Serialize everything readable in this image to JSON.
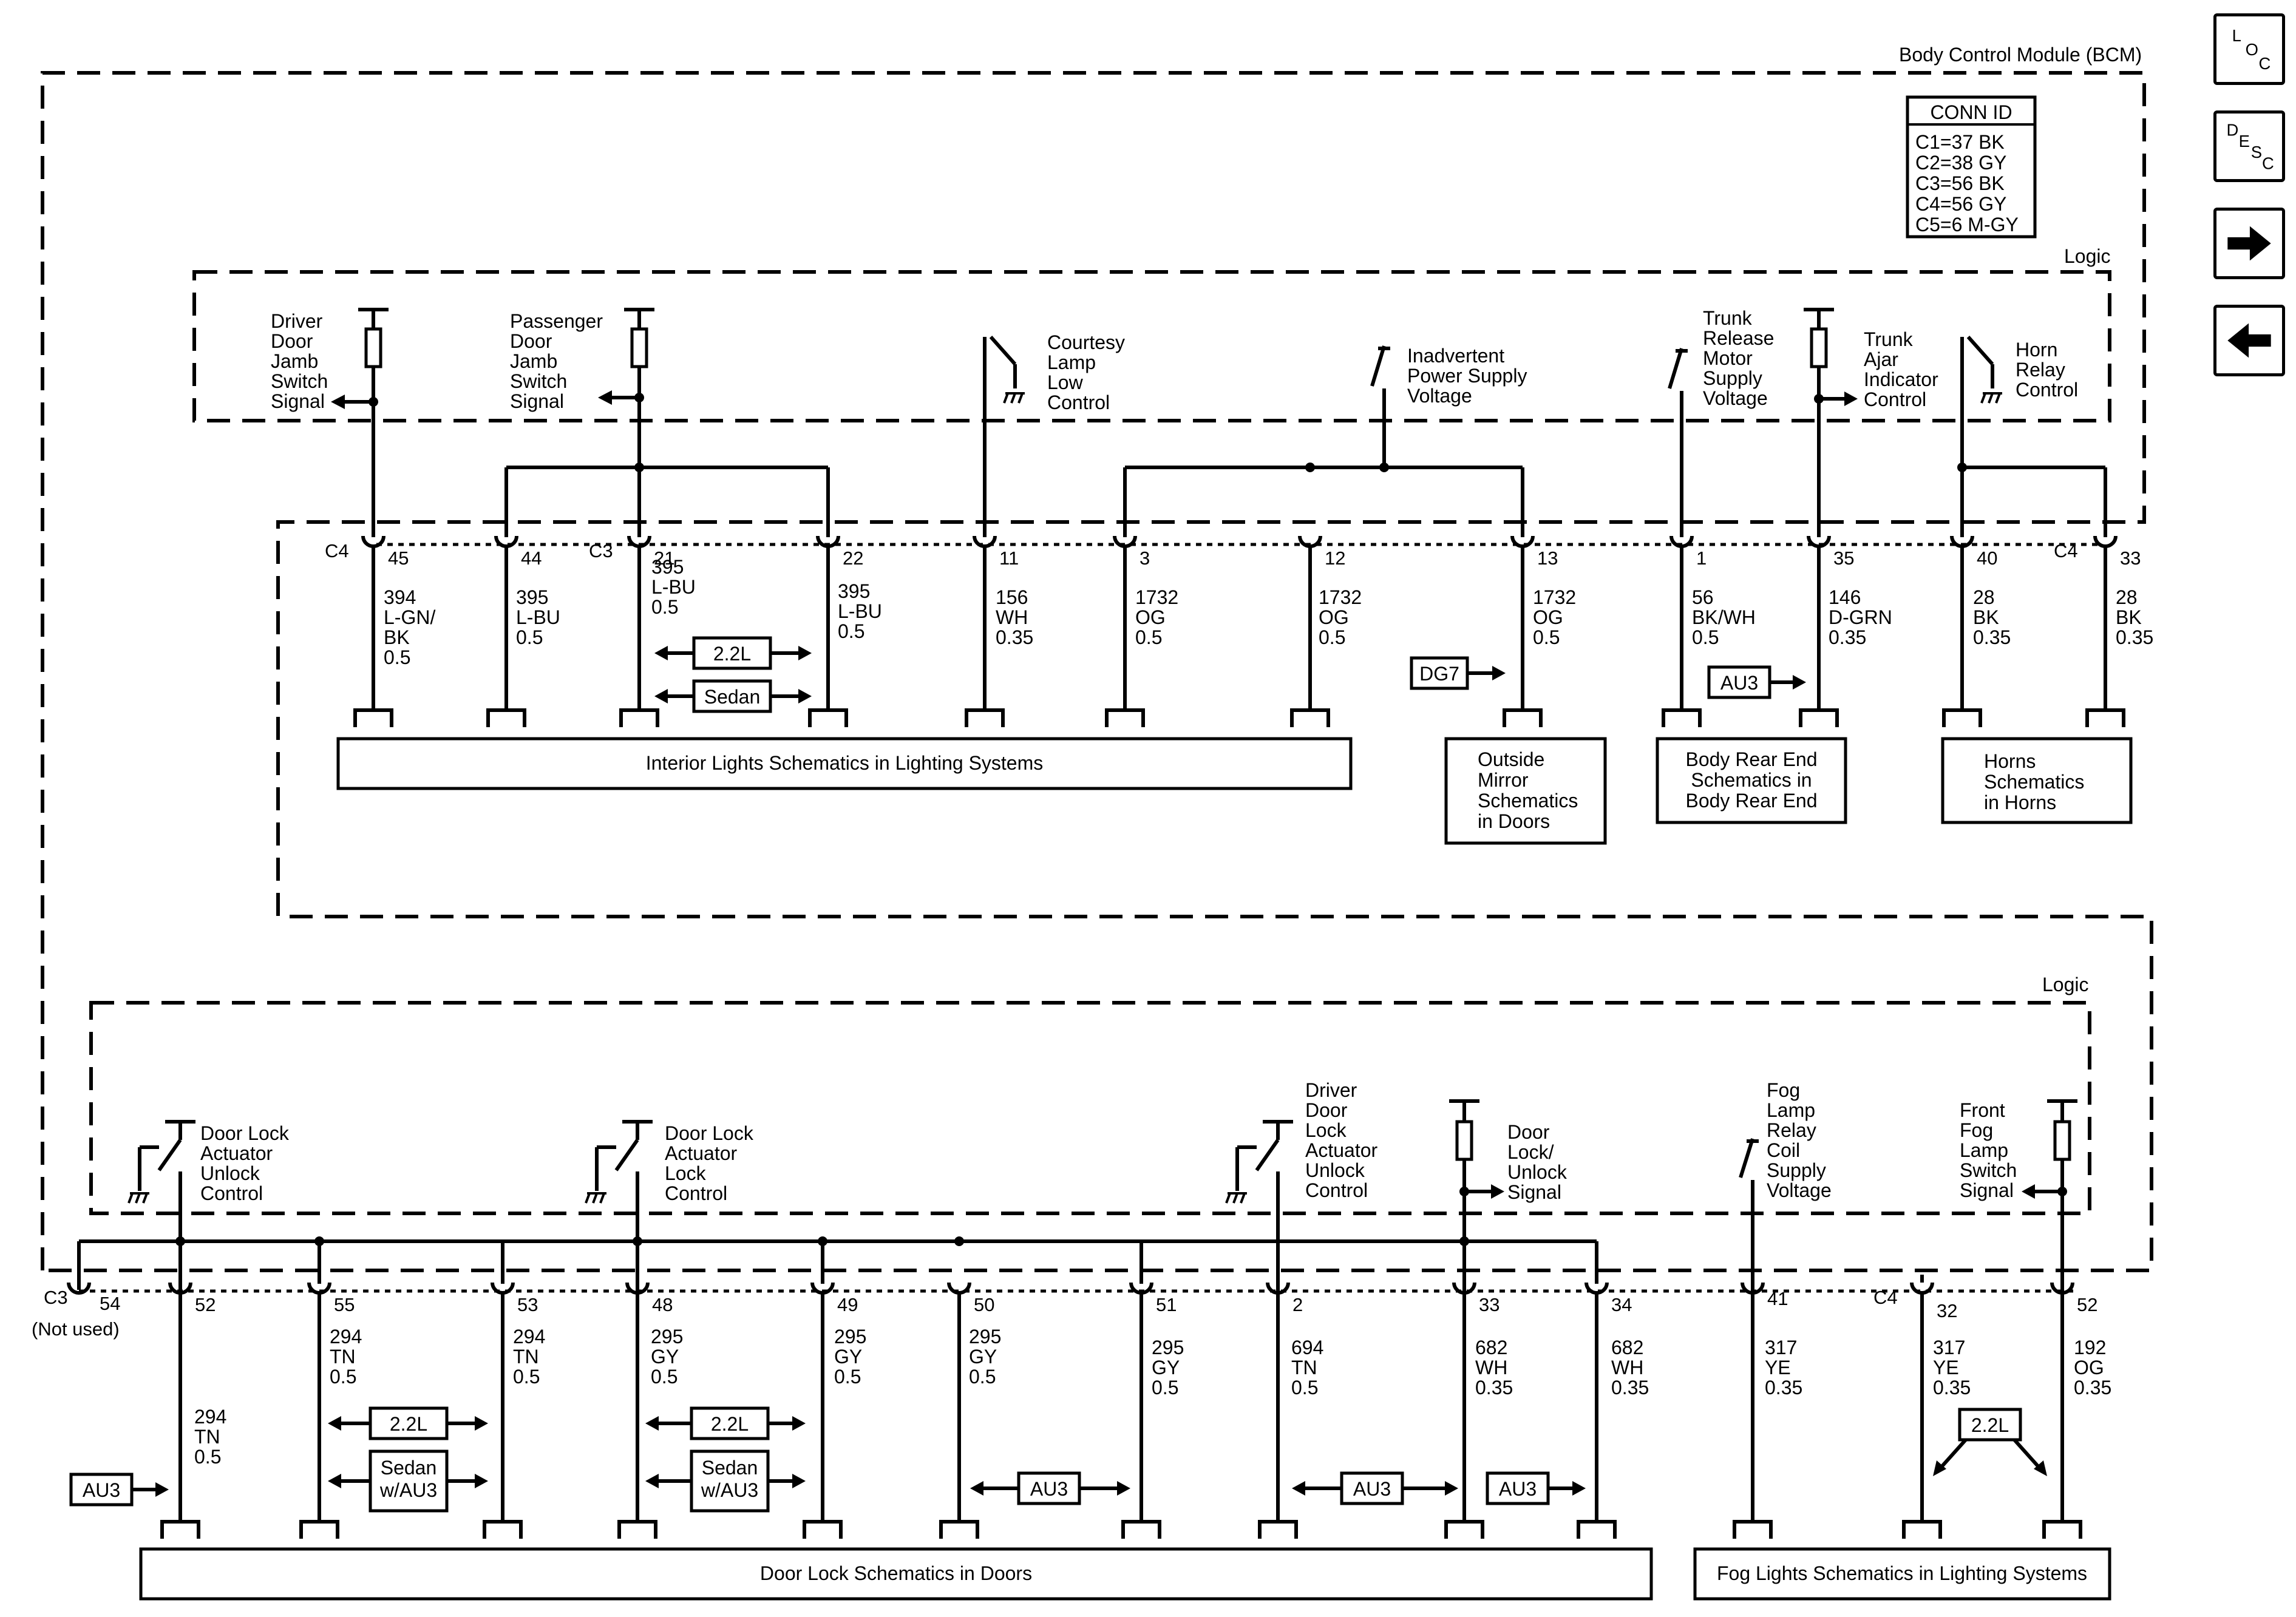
{
  "module": {
    "title": "Body Control Module (BCM)",
    "logic": "Logic"
  },
  "conn_id": {
    "header": "CONN ID",
    "rows": [
      "C1=37 BK",
      "C2=38 GY",
      "C3=56 BK",
      "C4=56 GY",
      "C5=6 M-GY"
    ]
  },
  "nav": {
    "loc": [
      "L",
      "O",
      "C"
    ],
    "desc": [
      "D",
      "E",
      "S",
      "C"
    ],
    "next": "right-arrow-icon",
    "prev": "left-arrow-icon"
  },
  "top_logic": [
    {
      "lines": [
        "Driver",
        "Door",
        "Jamb",
        "Switch",
        "Signal"
      ]
    },
    {
      "lines": [
        "Passenger",
        "Door",
        "Jamb",
        "Switch",
        "Signal"
      ]
    },
    {
      "lines": [
        "Courtesy",
        "Lamp",
        "Low",
        "Control"
      ]
    },
    {
      "lines": [
        "Inadvertent",
        "Power Supply",
        "Voltage"
      ]
    },
    {
      "lines": [
        "Trunk",
        "Release",
        "Motor",
        "Supply",
        "Voltage"
      ]
    },
    {
      "lines": [
        "Trunk",
        "Ajar",
        "Indicator",
        "Control"
      ]
    },
    {
      "lines": [
        "Horn",
        "Relay",
        "Control"
      ]
    }
  ],
  "top_connectors": {
    "left": "C4",
    "mid": "C3",
    "right": "C4"
  },
  "top_pins": [
    {
      "pin": "45",
      "wire": [
        "394",
        "L-GN/",
        "BK",
        "0.5"
      ]
    },
    {
      "pin": "44",
      "wire": [
        "395",
        "L-BU",
        "0.5"
      ]
    },
    {
      "pin": "21",
      "wire": [
        "395",
        "L-BU",
        "0.5"
      ]
    },
    {
      "pin": "22",
      "wire": [
        "395",
        "L-BU",
        "0.5"
      ]
    },
    {
      "pin": "11",
      "wire": [
        "156",
        "WH",
        "0.35"
      ]
    },
    {
      "pin": "3",
      "wire": [
        "1732",
        "OG",
        "0.5"
      ]
    },
    {
      "pin": "12",
      "wire": [
        "1732",
        "OG",
        "0.5"
      ]
    },
    {
      "pin": "13",
      "wire": [
        "1732",
        "OG",
        "0.5"
      ]
    },
    {
      "pin": "1",
      "wire": [
        "56",
        "BK/WH",
        "0.5"
      ]
    },
    {
      "pin": "35",
      "wire": [
        "146",
        "D-GRN",
        "0.35"
      ]
    },
    {
      "pin": "40",
      "wire": [
        "28",
        "BK",
        "0.35"
      ]
    },
    {
      "pin": "33",
      "wire": [
        "28",
        "BK",
        "0.35"
      ]
    }
  ],
  "top_options": {
    "a": "2.2L",
    "b": "Sedan",
    "dg7": "DG7",
    "au3": "AU3"
  },
  "top_destinations": [
    {
      "lines": [
        "Interior Lights Schematics in Lighting Systems"
      ]
    },
    {
      "lines": [
        "Outside",
        "Mirror",
        "Schematics",
        "in Doors"
      ]
    },
    {
      "lines": [
        "Body Rear End",
        "Schematics in",
        "Body Rear End"
      ]
    },
    {
      "lines": [
        "Horns",
        "Schematics",
        "in Horns"
      ]
    }
  ],
  "bottom_logic": [
    {
      "lines": [
        "Door Lock",
        "Actuator",
        "Unlock",
        "Control"
      ]
    },
    {
      "lines": [
        "Door Lock",
        "Actuator",
        "Lock",
        "Control"
      ]
    },
    {
      "lines": [
        "Driver",
        "Door",
        "Lock",
        "Actuator",
        "Unlock",
        "Control"
      ]
    },
    {
      "lines": [
        "Door",
        "Lock/",
        "Unlock",
        "Signal"
      ]
    },
    {
      "lines": [
        "Fog",
        "Lamp",
        "Relay",
        "Coil",
        "Supply",
        "Voltage"
      ]
    },
    {
      "lines": [
        "Front",
        "Fog",
        "Lamp",
        "Switch",
        "Signal"
      ]
    }
  ],
  "bottom_connectors": {
    "left": "C3",
    "not_used": "(Not used)",
    "right": "C4"
  },
  "bottom_pins": [
    {
      "pin": "54",
      "wire": []
    },
    {
      "pin": "52",
      "wire": [
        "294",
        "TN",
        "0.5"
      ]
    },
    {
      "pin": "55",
      "wire": [
        "294",
        "TN",
        "0.5"
      ]
    },
    {
      "pin": "53",
      "wire": [
        "294",
        "TN",
        "0.5"
      ]
    },
    {
      "pin": "48",
      "wire": [
        "295",
        "GY",
        "0.5"
      ]
    },
    {
      "pin": "49",
      "wire": [
        "295",
        "GY",
        "0.5"
      ]
    },
    {
      "pin": "50",
      "wire": [
        "295",
        "GY",
        "0.5"
      ]
    },
    {
      "pin": "51",
      "wire": [
        "295",
        "GY",
        "0.5"
      ]
    },
    {
      "pin": "2",
      "wire": [
        "694",
        "TN",
        "0.5"
      ]
    },
    {
      "pin": "33",
      "wire": [
        "682",
        "WH",
        "0.35"
      ]
    },
    {
      "pin": "34",
      "wire": [
        "682",
        "WH",
        "0.35"
      ]
    },
    {
      "pin": "41",
      "wire": [
        "317",
        "YE",
        "0.35"
      ]
    },
    {
      "pin": "32",
      "wire": [
        "317",
        "YE",
        "0.35"
      ]
    },
    {
      "pin": "52",
      "wire": [
        "192",
        "OG",
        "0.35"
      ]
    }
  ],
  "bottom_options": {
    "au3": "AU3",
    "l22": "2.2L",
    "sedan": [
      "Sedan",
      "w/AU3"
    ]
  },
  "bottom_destinations": [
    {
      "lines": [
        "Door Lock Schematics in Doors"
      ]
    },
    {
      "lines": [
        "Fog Lights Schematics in Lighting Systems"
      ]
    }
  ]
}
